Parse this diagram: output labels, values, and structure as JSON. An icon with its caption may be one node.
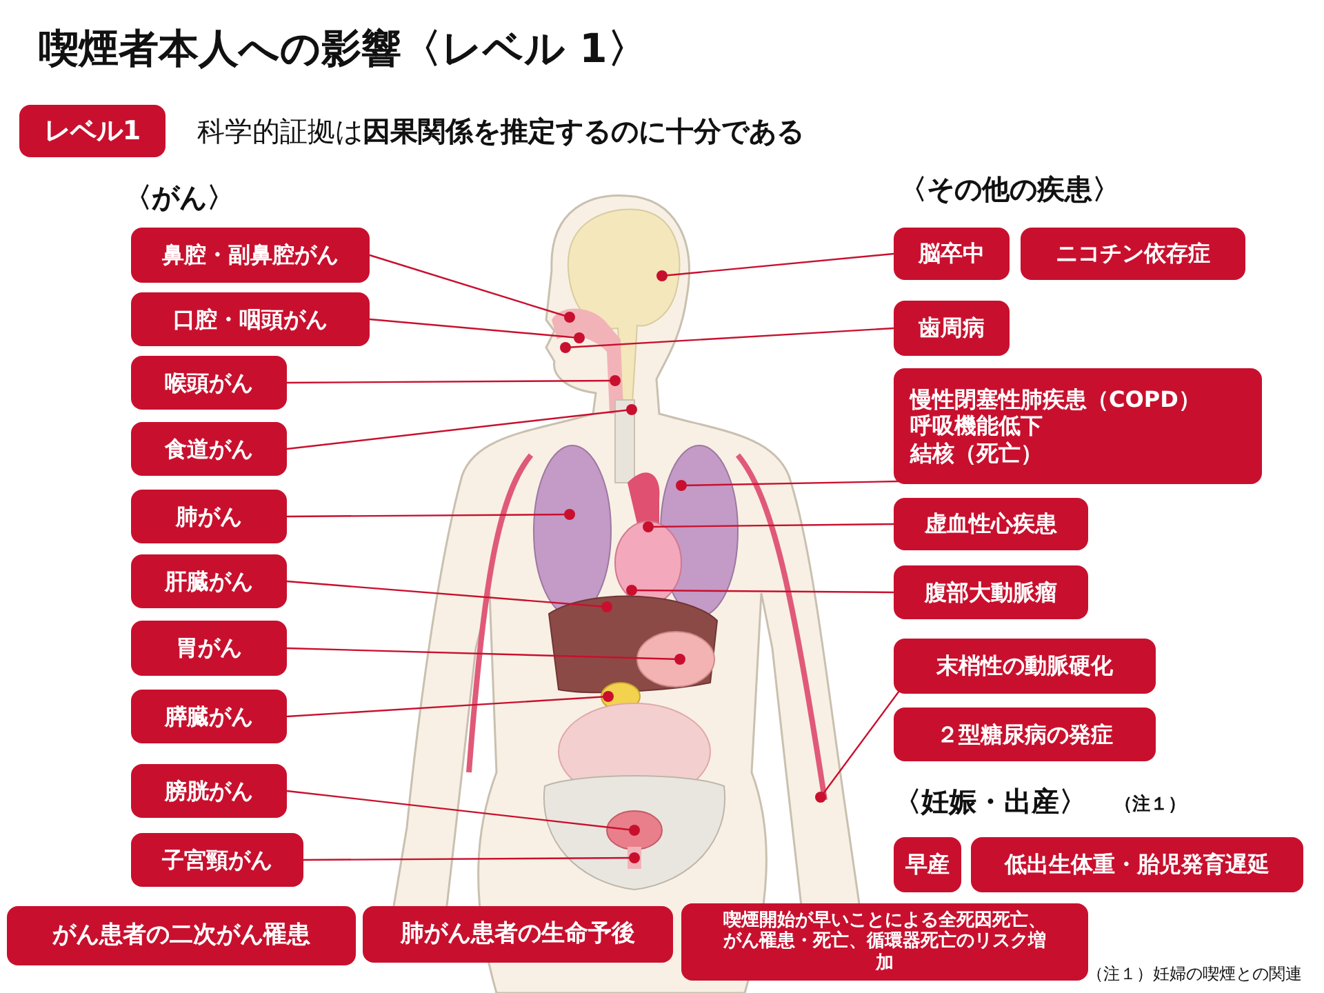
{
  "diagram": {
    "title": "喫煙者本人への影響〈レベル 1〉",
    "nodes": [
      {
        "text": [
          "レベル1"
        ]
      },
      {
        "text": [
          "鼻腔・副鼻腔がん"
        ]
      },
      {
        "text": [
          "口腔・咽頭がん"
        ]
      },
      {
        "text": [
          "喉頭がん"
        ]
      },
      {
        "text": [
          "食道がん"
        ]
      },
      {
        "text": [
          "肺がん"
        ]
      },
      {
        "text": [
          "肝臓がん"
        ]
      },
      {
        "text": [
          "胃がん"
        ]
      },
      {
        "text": [
          "膵臓がん"
        ]
      },
      {
        "text": [
          "膀胱がん"
        ]
      },
      {
        "text": [
          "子宮頸がん"
        ]
      },
      {
        "text": [
          "脳卒中"
        ]
      },
      {
        "text": [
          "ニコチン依存症"
        ]
      },
      {
        "text": [
          "歯周病"
        ]
      },
      {
        "text": [
          "慢性閉塞性肺疾患（COPD）",
          "呼吸機能低下",
          "結核（死亡）"
        ]
      },
      {
        "text": [
          "虚血性心疾患"
        ]
      },
      {
        "text": [
          "腹部大動脈瘤"
        ]
      },
      {
        "text": [
          "末梢性の動脈硬化"
        ]
      },
      {
        "text": [
          "２型糖尿病の発症"
        ]
      },
      {
        "text": [
          "早産"
        ]
      },
      {
        "text": [
          "低出生体重・胎児発育遅延"
        ]
      },
      {
        "text": [
          "がん患者の二次がん罹患"
        ]
      },
      {
        "text": [
          "肺がん患者の生命予後"
        ]
      },
      {
        "text": [
          "喫煙開始が早いことによる全死因死亡、がん罹患・死亡、循環器死亡のリスク増加"
        ]
      }
    ],
    "edges": [
      {
        "from": 1,
        "to": null,
        "arrow": "other"
      },
      {
        "from": 2,
        "to": null,
        "arrow": "other"
      },
      {
        "from": 3,
        "to": null,
        "arrow": "other"
      },
      {
        "from": 4,
        "to": null,
        "arrow": "other"
      },
      {
        "from": 5,
        "to": null,
        "arrow": "other"
      },
      {
        "from": 6,
        "to": null,
        "arrow": "other"
      },
      {
        "from": 7,
        "to": null,
        "arrow": "other"
      },
      {
        "from": 8,
        "to": null,
        "arrow": "other"
      },
      {
        "from": 9,
        "to": null,
        "arrow": "other"
      },
      {
        "from": 10,
        "to": null,
        "arrow": "other"
      },
      {
        "from": 11,
        "to": null,
        "arrow": "other"
      },
      {
        "from": 13,
        "to": null,
        "arrow": "other"
      },
      {
        "from": 14,
        "to": null,
        "arrow": "other"
      },
      {
        "from": 15,
        "to": null,
        "arrow": "other"
      },
      {
        "from": 16,
        "to": null,
        "arrow": "other"
      },
      {
        "from": 17,
        "to": null,
        "arrow": "other"
      }
    ],
    "labels": [
      "科学的証拠は**因果関係を推定するのに十分である**",
      "〈がん〉",
      "〈その他の疾患〉",
      "〈妊娠・出産〉",
      "（注１）",
      "（注１）妊婦の喫煙との関連"
    ]
  }
}
